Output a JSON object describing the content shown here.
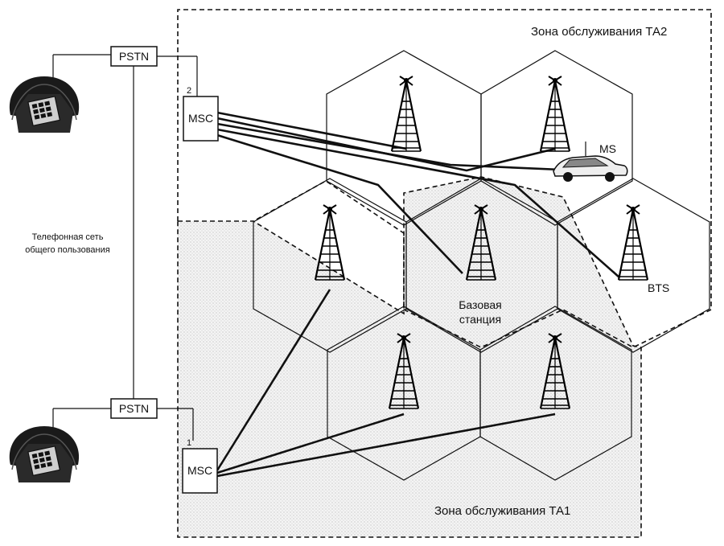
{
  "zones": {
    "ta2_label": "Зона обслуживания ТА2",
    "ta1_label": "Зона обслуживания ТА1"
  },
  "network": {
    "pstn_top": "PSTN",
    "pstn_bottom": "PSTN",
    "msc_top": "MSC",
    "msc_bottom": "MSC",
    "msc_top_number": "2",
    "msc_bottom_number": "1",
    "pstn_label_line1": "Телефонная сеть",
    "pstn_label_line2": "общего пользования"
  },
  "cells": {
    "base_station_line1": "Базовая",
    "base_station_line2": "станция",
    "bts": "BTS",
    "ms": "MS"
  },
  "icons": [
    "telephone-icon",
    "antenna-tower-icon",
    "car-icon"
  ]
}
